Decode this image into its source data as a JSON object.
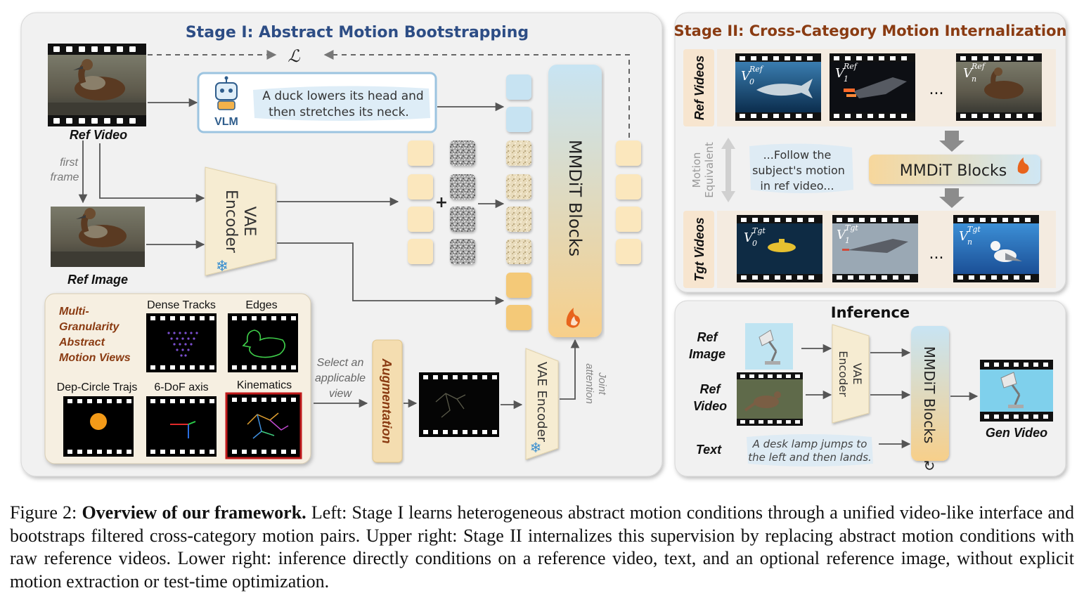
{
  "stage1": {
    "title": "Stage I: Abstract Motion Bootstrapping",
    "loss_symbol": "ℒ",
    "ref_video_label": "Ref Video",
    "first_frame_label_1": "first",
    "first_frame_label_2": "frame",
    "ref_image_label": "Ref Image",
    "vlm_label": "VLM",
    "vlm_caption_1": "A duck lowers its head and",
    "vlm_caption_2": "then stretches its neck.",
    "vae_encoder_label_1": "VAE",
    "vae_encoder_label_2": "Encoder",
    "plus_symbol": "+",
    "mmdit_label": "MMDiT Blocks",
    "views_title": [
      "Multi-",
      "Granularity",
      "Abstract",
      "Motion Views"
    ],
    "views": [
      "Dense Tracks",
      "Edges",
      "Dep-Circle Trajs",
      "6-DoF axis",
      "Kinematics"
    ],
    "select_view_label": [
      "Select an",
      "applicable",
      "view"
    ],
    "augmentation_label": "Augmentation",
    "vae_encoder_2_label": "VAE Encoder",
    "joint_attention_label": [
      "Joint",
      "attention"
    ]
  },
  "stage2": {
    "title": "Stage II: Cross-Category Motion Internalization",
    "ref_videos_label": "Ref Videos",
    "tgt_videos_label": "Tgt Videos",
    "ref_video_tags": [
      {
        "base": "V",
        "sub": "0",
        "sup": "Ref"
      },
      {
        "base": "V",
        "sub": "1",
        "sup": "Ref"
      },
      {
        "base": "V",
        "sub": "n",
        "sup": "Ref"
      }
    ],
    "tgt_video_tags": [
      {
        "base": "V",
        "sub": "0",
        "sup": "Tgt"
      },
      {
        "base": "V",
        "sub": "1",
        "sup": "Tgt"
      },
      {
        "base": "V",
        "sub": "n",
        "sup": "Tgt"
      }
    ],
    "ellipsis": "...",
    "motion_equivalent_label": [
      "Motion",
      "Equivalent"
    ],
    "prompt_text": [
      "...Follow the",
      "subject's motion",
      "in ref video..."
    ],
    "mmdit_label": "MMDiT Blocks"
  },
  "inference": {
    "title": "Inference",
    "ref_image_label": [
      "Ref",
      "Image"
    ],
    "ref_video_label": [
      "Ref",
      "Video"
    ],
    "text_label": "Text",
    "vae_encoder_label": [
      "VAE",
      "Encoder"
    ],
    "mmdit_label": "MMDiT Blocks",
    "gen_video_label": "Gen Video",
    "prompt_text": [
      "A desk lamp jumps to",
      "the left and then lands."
    ]
  },
  "caption": {
    "prefix": "Figure 2: ",
    "bold": "Overview of our framework.",
    "body": " Left: Stage I learns heterogeneous abstract motion conditions through a unified video-like interface and bootstraps filtered cross-category motion pairs. Upper right: Stage II internalizes this supervision by replacing abstract motion conditions with raw reference videos. Lower right: inference directly conditions on a reference video, text, and an optional reference image, without explicit motion extraction or test-time optimization."
  },
  "colors": {
    "stage1_title": "#2d4d85",
    "stage2_title": "#8a3b12",
    "views_title": "#8a3b12",
    "panel_bg": "#f1f1f1",
    "token_cream": "#fbe7bd",
    "token_orange": "#f4c978",
    "token_blue": "#c7e3f2"
  }
}
